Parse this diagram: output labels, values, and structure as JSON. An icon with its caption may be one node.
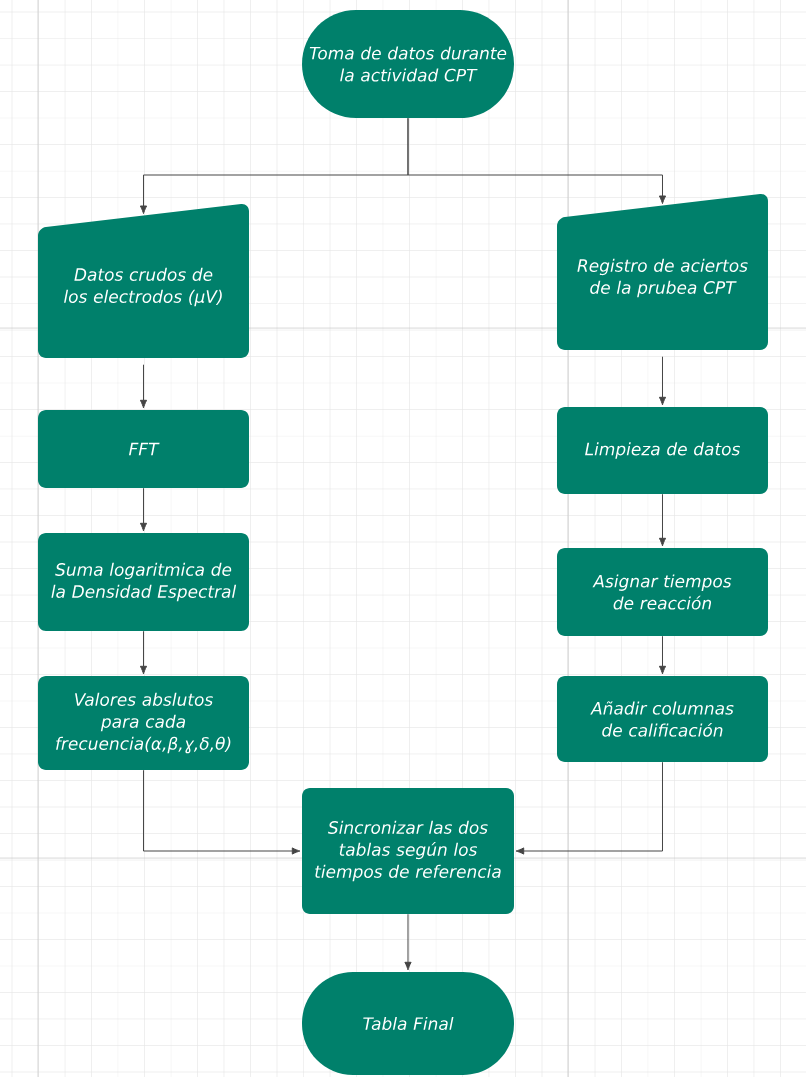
{
  "diagram": {
    "nodes": [
      {
        "text": [
          "Toma de datos durante la actividad CPT"
        ]
      },
      {
        "text": [
          "Datos crudos de los electrodos (μV)"
        ]
      },
      {
        "text": [
          "Registro de aciertos de la prubea CPT"
        ]
      },
      {
        "text": [
          "FFT"
        ]
      },
      {
        "text": [
          "Suma logaritmica de la Densidad Espectral"
        ]
      },
      {
        "text": [
          "Valores abslutos para cada frecuencia(α,β,ɣ,δ,θ)"
        ]
      },
      {
        "text": [
          "Limpieza de datos"
        ]
      },
      {
        "text": [
          "Asignar tiempos de reacción"
        ]
      },
      {
        "text": [
          "Añadir columnas de calificación"
        ]
      },
      {
        "text": [
          "Sincronizar las dos tablas según los tiempos de referencia"
        ]
      },
      {
        "text": [
          "Tabla Final"
        ]
      }
    ],
    "edges": [
      {
        "from": 0,
        "to": 1,
        "arrow": "to"
      },
      {
        "from": 0,
        "to": 2,
        "arrow": "to"
      },
      {
        "from": 1,
        "to": 3,
        "arrow": "to"
      },
      {
        "from": 3,
        "to": 4,
        "arrow": "to"
      },
      {
        "from": 4,
        "to": 5,
        "arrow": "to"
      },
      {
        "from": 2,
        "to": 6,
        "arrow": "to"
      },
      {
        "from": 6,
        "to": 7,
        "arrow": "to"
      },
      {
        "from": 7,
        "to": 8,
        "arrow": "to"
      },
      {
        "from": 5,
        "to": 9,
        "arrow": "to"
      },
      {
        "from": 8,
        "to": 9,
        "arrow": "to"
      },
      {
        "from": 9,
        "to": 10,
        "arrow": "to"
      }
    ]
  }
}
